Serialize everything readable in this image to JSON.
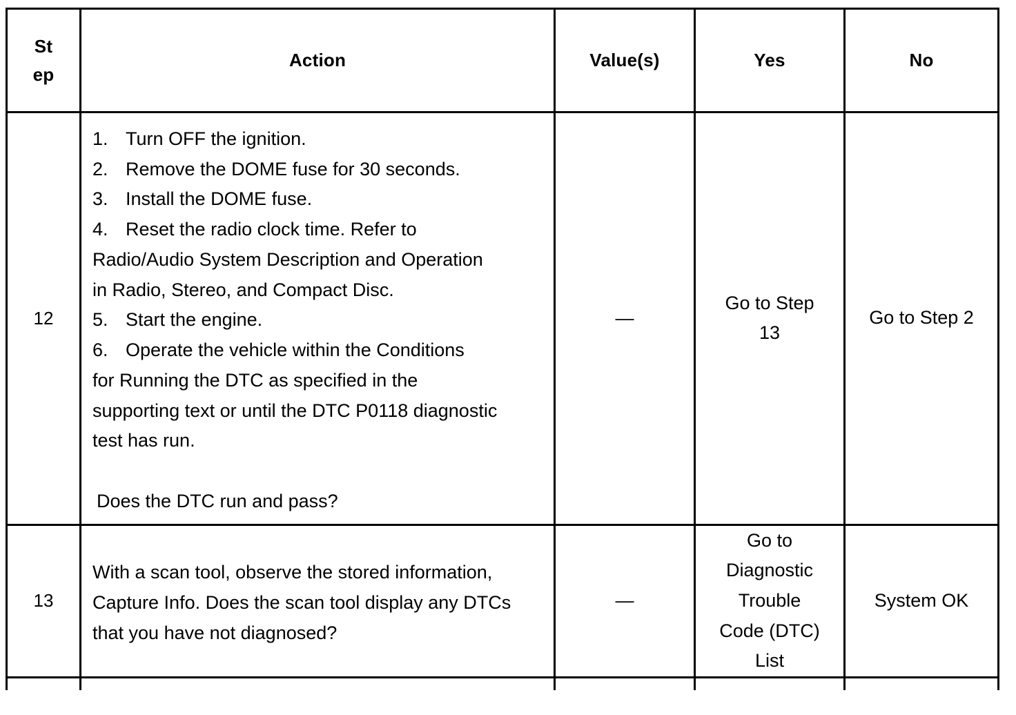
{
  "table": {
    "columns": [
      {
        "key": "step",
        "label": "Step",
        "label_lines": [
          "St",
          "ep"
        ]
      },
      {
        "key": "action",
        "label": "Action",
        "label_lines": [
          "Action"
        ]
      },
      {
        "key": "value",
        "label": "Value(s)",
        "label_lines": [
          "Value(s)"
        ]
      },
      {
        "key": "yes",
        "label": "Yes",
        "label_lines": [
          "Yes"
        ]
      },
      {
        "key": "no",
        "label": "No",
        "label_lines": [
          "No"
        ]
      }
    ],
    "rows": [
      {
        "step": "12",
        "action": {
          "numbered_items": [
            {
              "num": "1.",
              "text": "Turn OFF the ignition."
            },
            {
              "num": "2.",
              "text": "Remove the DOME fuse for 30 seconds."
            },
            {
              "num": "3.",
              "text": "Install the DOME fuse."
            },
            {
              "num": "4.",
              "text": "Reset the radio clock time. Refer to\nRadio/Audio System Description and Operation\nin Radio, Stereo, and Compact Disc."
            },
            {
              "num": "5.",
              "text": "Start the engine."
            },
            {
              "num": "6.",
              "text": "Operate the vehicle within the Conditions\nfor Running the DTC as specified in the\nsupporting text or until the DTC P0118 diagnostic\ntest has run."
            }
          ],
          "question": "Does the DTC run and pass?"
        },
        "value": "—",
        "yes": "Go to Step\n13",
        "no": "Go to Step 2"
      },
      {
        "step": "13",
        "action": {
          "numbered_items": [],
          "paragraph": "With a scan tool, observe the stored information,\nCapture Info. Does the scan tool display any\nDTCs that you have not diagnosed?",
          "question": ""
        },
        "value": "—",
        "yes": "Go to\nDiagnostic\nTrouble\nCode (DTC)\nList",
        "no": "System OK"
      }
    ]
  },
  "colors": {
    "border": "#000000",
    "text": "#000000",
    "background": "#ffffff"
  }
}
